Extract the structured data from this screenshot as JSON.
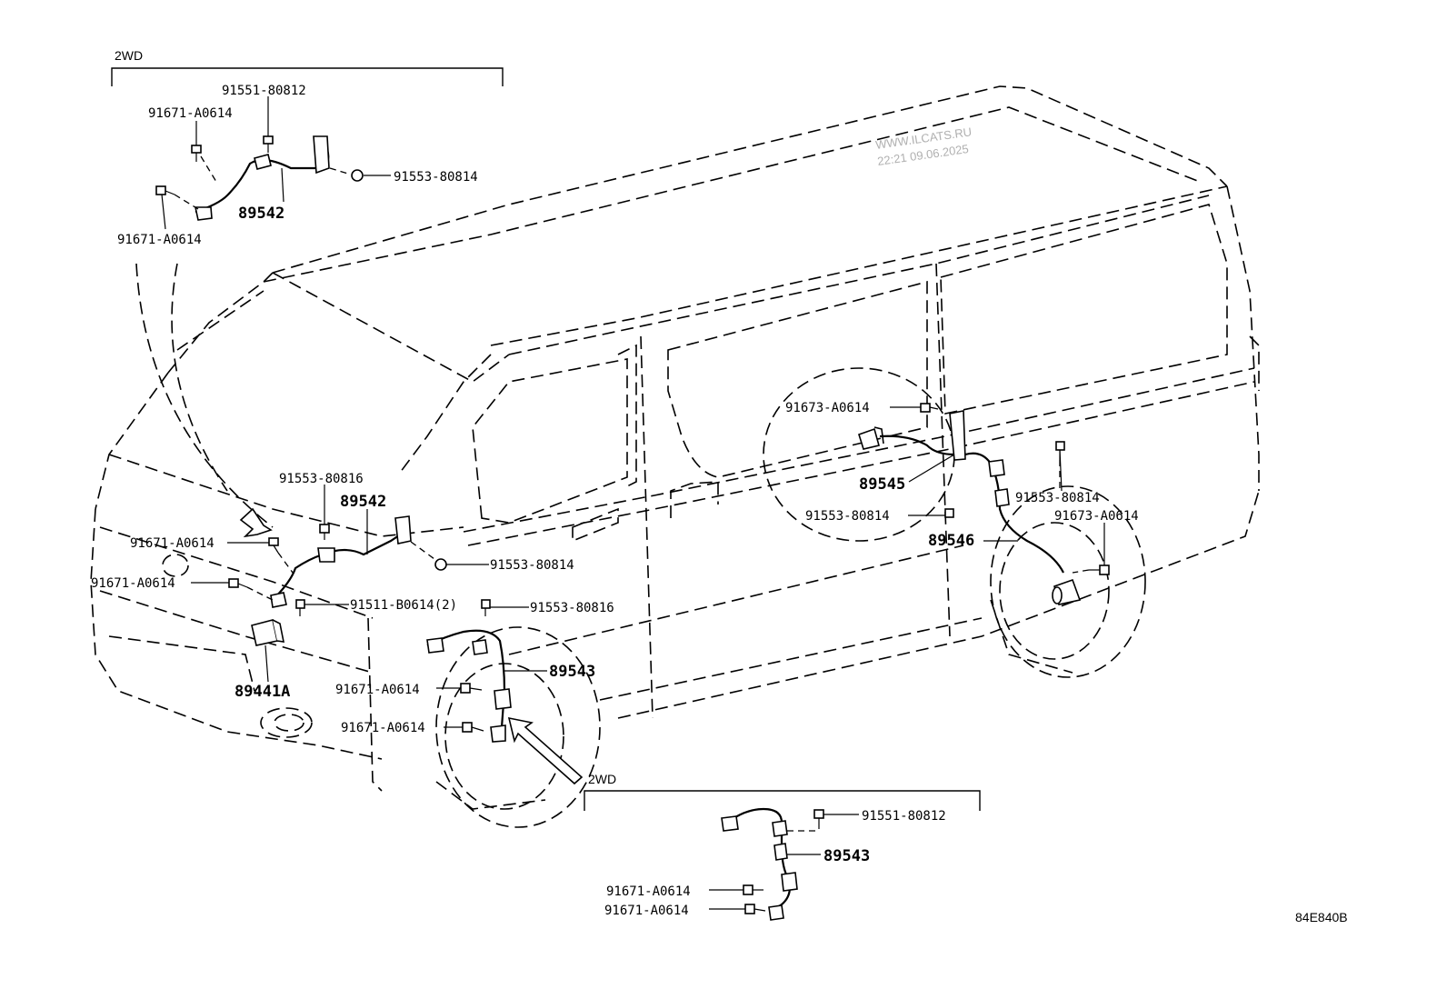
{
  "sections": {
    "front_2wd": "2WD",
    "rear_2wd": "2WD"
  },
  "watermark": {
    "site": "WWW.ILCATS.RU",
    "timestamp": "22:21 09.06.2025"
  },
  "diagram_ref": "84E840B",
  "callouts": {
    "tl_91551_80812": "91551-80812",
    "tl_91671_a0614_top": "91671-A0614",
    "tl_91553_80814": "91553-80814",
    "tl_89542": "89542",
    "tl_91671_a0614_bottom": "91671-A0614",
    "f_91553_80816": "91553-80816",
    "f_89542": "89542",
    "f_91671_a0614_a": "91671-A0614",
    "f_91671_a0614_b": "91671-A0614",
    "f_91553_80814": "91553-80814",
    "f_91511_b0614": "91511-B0614(2)",
    "f_91553_80816_b": "91553-80816",
    "f_89543": "89543",
    "f_89441a": "89441A",
    "f_91671_a0614_c": "91671-A0614",
    "f_91671_a0614_d": "91671-A0614",
    "r_91673_a0614": "91673-A0614",
    "r_89545": "89545",
    "r_91553_80814": "91553-80814",
    "r_89546": "89546",
    "r_91553_80814_b": "91553-80814",
    "r_91673_a0614_b": "91673-A0614",
    "b_91551_80812": "91551-80812",
    "b_89543": "89543",
    "b_91671_a0614_a": "91671-A0614",
    "b_91671_a0614_b": "91671-A0614"
  }
}
